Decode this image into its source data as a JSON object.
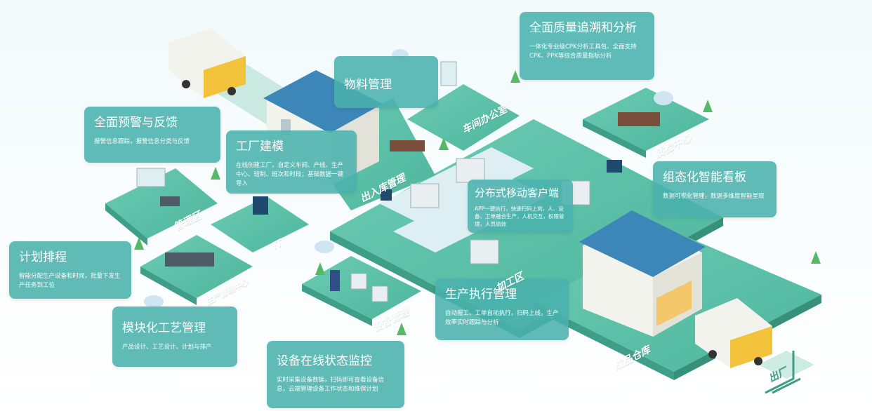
{
  "colors": {
    "card_bg": "#4AB2AD",
    "platform": "#5CC3AA",
    "platform_dark": "#3E9E87",
    "sky": "#E9F6F8",
    "roof": "#3C86B8",
    "wall": "#F3F3EE",
    "tree": "#58B86A",
    "device_screen": "#1F4A6E"
  },
  "cards": {
    "quality": {
      "title": "全面质量追溯和分析",
      "desc": "一体化专业级CPK分析工具包、全面支持CPK、PPK等综合质量指标分析"
    },
    "material": {
      "title": "物料管理",
      "desc": ""
    },
    "warning": {
      "title": "全面预警与反馈",
      "desc": "报警信息跟踪，报警信息分类与反馈"
    },
    "factory": {
      "title": "工厂建模",
      "desc": "在线创建工厂，自定义车间、产线、生产中心、班制、班次和时段；基础数据一键导入"
    },
    "mobile": {
      "title": "分布式移动客户端",
      "desc": "APP一键执行，快速扫码上岗，人、设备、工单融合生产，人机交互，权限管理，人员绩效"
    },
    "dashboard": {
      "title": "组态化智能看板",
      "desc": "数据可视化管理，数据多维度智能呈现"
    },
    "schedule": {
      "title": "计划排程",
      "desc": "智能分配生产设备和时间，批量下发生产任务到工位"
    },
    "process": {
      "title": "模块化工艺管理",
      "desc": "产品设计、工艺设计、计划与排产"
    },
    "equipment": {
      "title": "设备在线状态监控",
      "desc": "实时采集设备数据，扫码即可查看设备信息，云端管理设备工作状态和维保计划"
    },
    "mes": {
      "title": "生产执行管理",
      "desc": "自动报工、工单自动执行，扫码上线，生产效率实时跟踪与分析"
    }
  },
  "zones": {
    "office": "车间办公室",
    "inbound": "出入库管理",
    "qc": "质检中心",
    "mgmt": "管理区",
    "it": "IT",
    "prod_mgmt": "生产管理中心",
    "equip_mgmt": "设备管理",
    "process_area": "加工区",
    "warehouse": "成品仓库",
    "gate": "出厂"
  }
}
